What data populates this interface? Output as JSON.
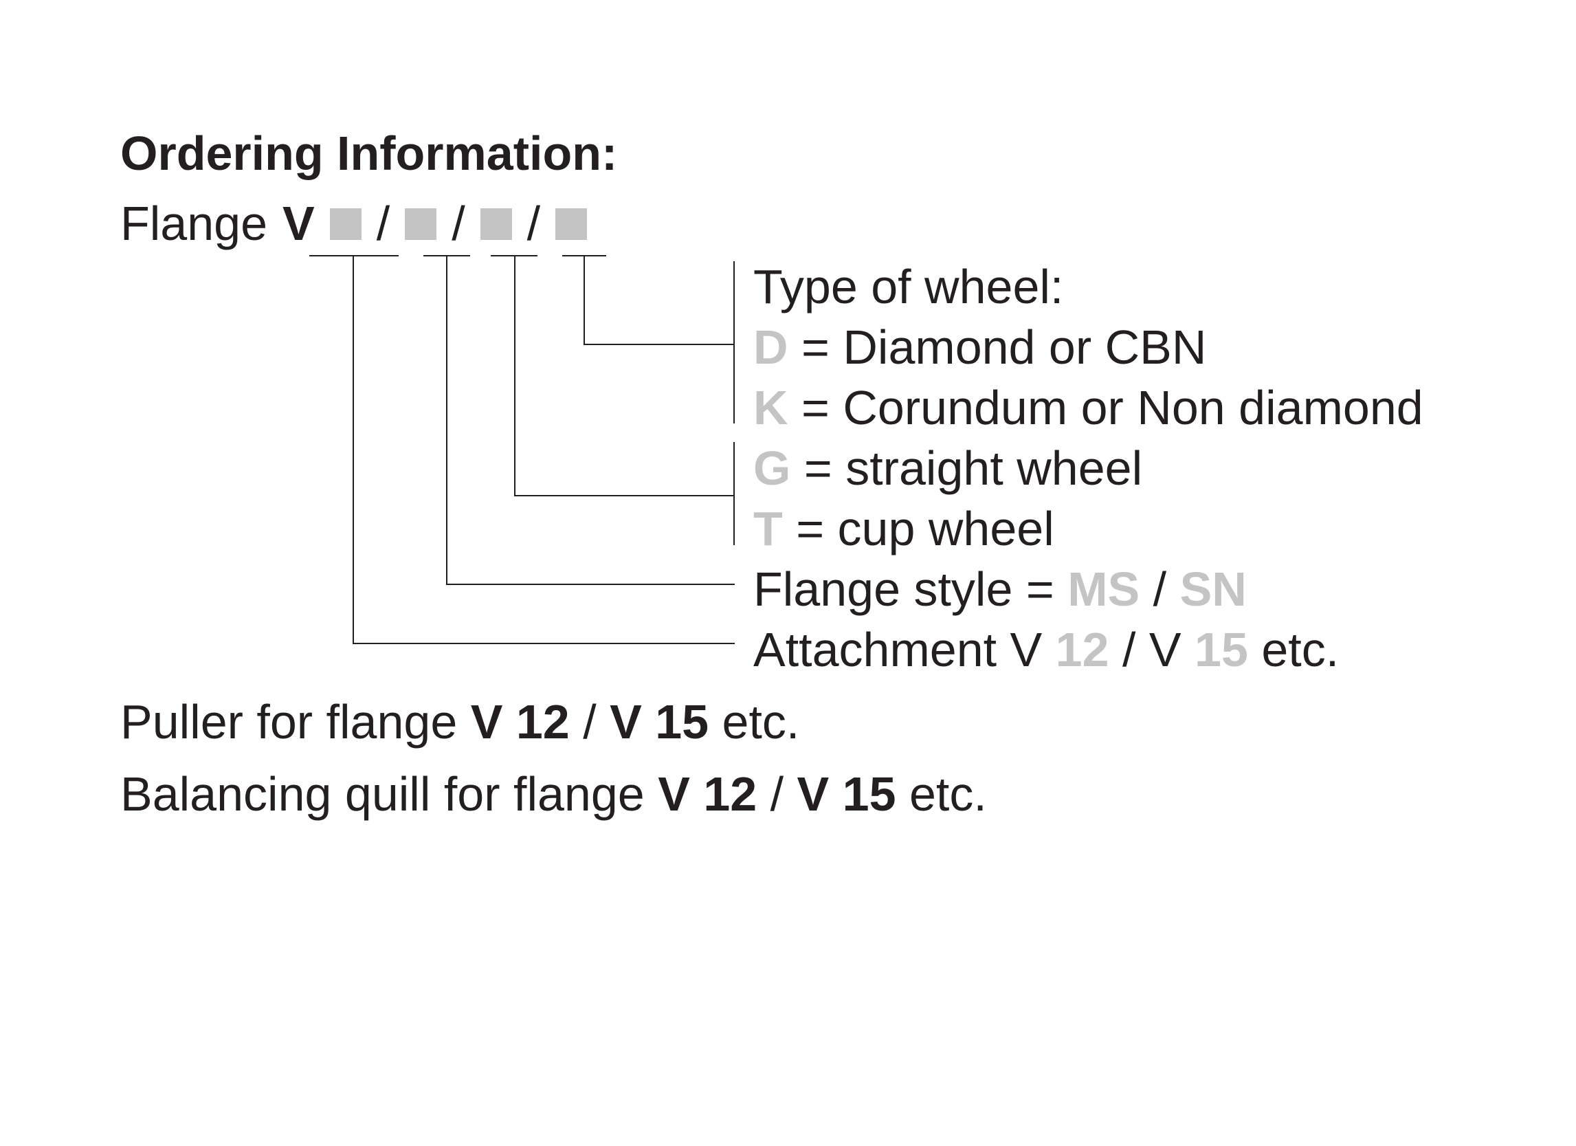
{
  "title": "Ordering Information:",
  "code": {
    "prefix": "Flange",
    "letter": "V",
    "slash": "/"
  },
  "wheel_type": {
    "heading": "Type of wheel:",
    "options": [
      {
        "code": "D",
        "text": "= Diamond or CBN"
      },
      {
        "code": "K",
        "text": "= Corundum or Non diamond"
      }
    ]
  },
  "wheel_shape": {
    "options": [
      {
        "code": "G",
        "text": "= straight wheel"
      },
      {
        "code": "T",
        "text": "= cup wheel"
      }
    ]
  },
  "flange_style": {
    "label": "Flange style =",
    "opt1": "MS",
    "sep": "/",
    "opt2": "SN"
  },
  "attachment": {
    "label": "Attachment V",
    "v1": "12",
    "mid": "/ V",
    "v2": "15",
    "suffix": "etc."
  },
  "puller": {
    "text": "Puller for flange",
    "bold1": "V 12",
    "sep": "/",
    "bold2": "V 15",
    "suffix": "etc."
  },
  "balancing": {
    "text": "Balancing quill for flange",
    "bold1": "V 12",
    "sep": "/",
    "bold2": "V 15",
    "suffix": "etc."
  },
  "colors": {
    "text": "#231f20",
    "placeholder_gray": "#c4c4c4"
  }
}
